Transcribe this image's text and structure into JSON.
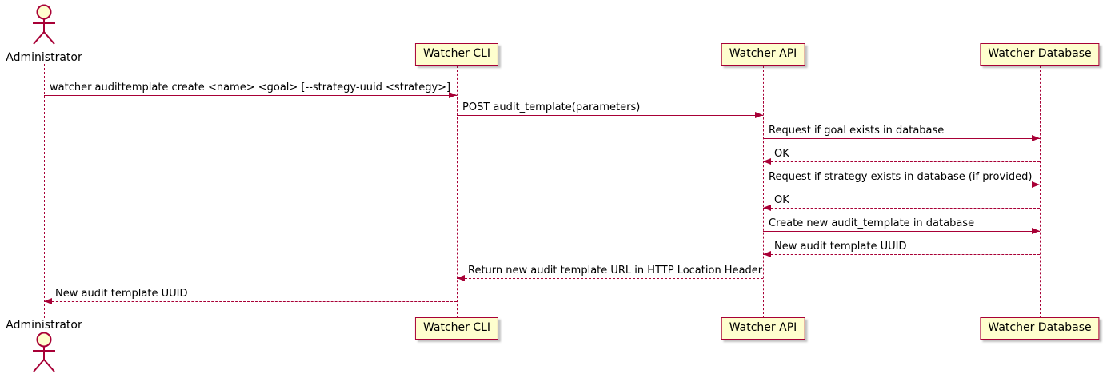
{
  "diagram": {
    "type": "sequence",
    "colors": {
      "accent": "#A80036",
      "participant_fill": "#FEFECE",
      "text": "#000000",
      "background": "#FFFFFF"
    },
    "actor": {
      "label": "Administrator"
    },
    "participants": [
      {
        "label": "Watcher CLI"
      },
      {
        "label": "Watcher API"
      },
      {
        "label": "Watcher Database"
      }
    ],
    "messages": [
      {
        "from": "Administrator",
        "to": "Watcher CLI",
        "line": "solid",
        "label": "watcher audittemplate create <name> <goal> [--strategy-uuid <strategy>]"
      },
      {
        "from": "Watcher CLI",
        "to": "Watcher API",
        "line": "solid",
        "label": "POST audit_template(parameters)"
      },
      {
        "from": "Watcher API",
        "to": "Watcher Database",
        "line": "solid",
        "label": "Request if goal exists in database"
      },
      {
        "from": "Watcher Database",
        "to": "Watcher API",
        "line": "dashed",
        "label": "OK"
      },
      {
        "from": "Watcher API",
        "to": "Watcher Database",
        "line": "solid",
        "label": "Request if strategy exists in database (if provided)"
      },
      {
        "from": "Watcher Database",
        "to": "Watcher API",
        "line": "dashed",
        "label": "OK"
      },
      {
        "from": "Watcher API",
        "to": "Watcher Database",
        "line": "solid",
        "label": "Create new audit_template in database"
      },
      {
        "from": "Watcher Database",
        "to": "Watcher API",
        "line": "dashed",
        "label": "New audit template UUID"
      },
      {
        "from": "Watcher API",
        "to": "Watcher CLI",
        "line": "dashed",
        "label": "Return new audit template URL in HTTP Location Header"
      },
      {
        "from": "Watcher CLI",
        "to": "Administrator",
        "line": "dashed",
        "label": "New audit template UUID"
      }
    ]
  }
}
